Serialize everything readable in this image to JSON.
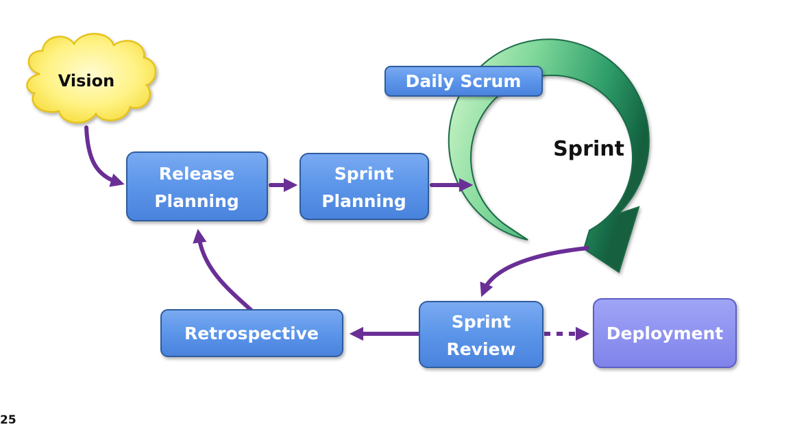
{
  "nodes": {
    "vision": {
      "text": "Vision"
    },
    "release_planning": {
      "line1": "Release",
      "line2": "Planning"
    },
    "sprint_planning": {
      "line1": "Sprint",
      "line2": "Planning"
    },
    "daily_scrum": {
      "text": "Daily Scrum"
    },
    "sprint": {
      "text": "Sprint"
    },
    "sprint_review": {
      "line1": "Sprint",
      "line2": "Review"
    },
    "retrospective": {
      "text": "Retrospective"
    },
    "deployment": {
      "text": "Deployment"
    }
  },
  "colors": {
    "box_blue": "#5b95e9",
    "box_blue_dark": "#3568b8",
    "box_purple": "#8a8ef0",
    "arrow_purple": "#6a2f96",
    "cloud_yellow": "#fff07a",
    "sprint_green_light": "#c9f3c0",
    "sprint_green_dark": "#156f4a"
  },
  "footer": {
    "text": "25"
  }
}
